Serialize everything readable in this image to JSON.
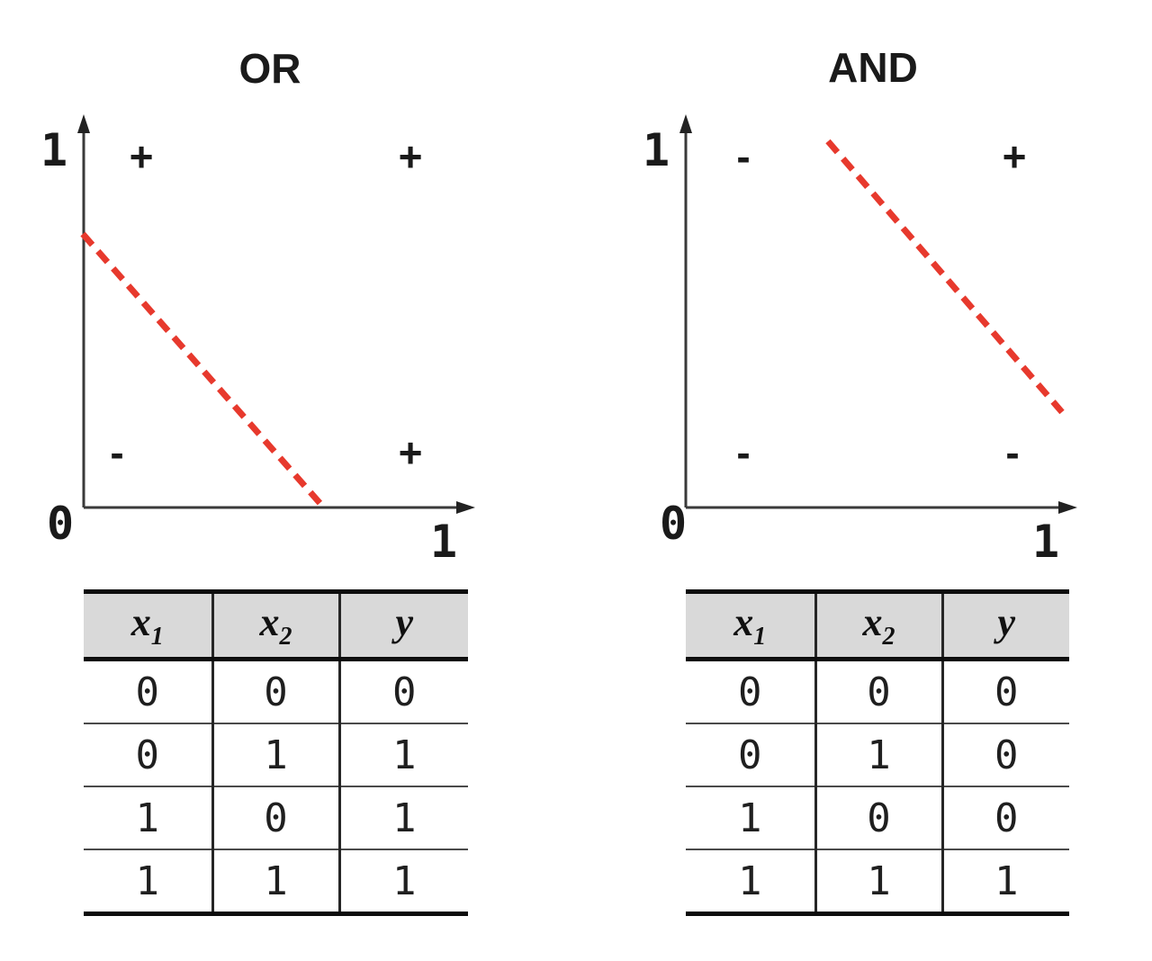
{
  "figure": {
    "colors": {
      "boundary_red": "#e7392d",
      "table_header_bg": "#d9d9d9",
      "axis_gray": "#3a3a3a"
    },
    "panels": [
      {
        "title": "OR",
        "plot": {
          "y_max_label": "1",
          "origin_label": "0",
          "x_max_label": "1",
          "signs": {
            "top_left": "+",
            "top_right": "+",
            "bottom_left": "-",
            "bottom_right": "+"
          },
          "decision_boundary": {
            "style": "dashed",
            "from_axis_units": [
              0,
              0.77
            ],
            "to_axis_units": [
              0.66,
              0
            ]
          }
        },
        "table": {
          "headers": [
            {
              "base": "x",
              "sub": "1"
            },
            {
              "base": "x",
              "sub": "2"
            },
            {
              "base": "y",
              "sub": ""
            }
          ],
          "rows": [
            [
              "0",
              "0",
              "0"
            ],
            [
              "0",
              "1",
              "1"
            ],
            [
              "1",
              "0",
              "1"
            ],
            [
              "1",
              "1",
              "1"
            ]
          ]
        }
      },
      {
        "title": "AND",
        "plot": {
          "y_max_label": "1",
          "origin_label": "0",
          "x_max_label": "1",
          "signs": {
            "top_left": "-",
            "top_right": "+",
            "bottom_left": "-",
            "bottom_right": "-"
          },
          "decision_boundary": {
            "style": "dashed",
            "from_axis_units": [
              0.4,
              1.02
            ],
            "to_axis_units": [
              1.05,
              0.27
            ]
          }
        },
        "table": {
          "headers": [
            {
              "base": "x",
              "sub": "1"
            },
            {
              "base": "x",
              "sub": "2"
            },
            {
              "base": "y",
              "sub": ""
            }
          ],
          "rows": [
            [
              "0",
              "0",
              "0"
            ],
            [
              "0",
              "1",
              "0"
            ],
            [
              "1",
              "0",
              "0"
            ],
            [
              "1",
              "1",
              "1"
            ]
          ]
        }
      }
    ]
  }
}
